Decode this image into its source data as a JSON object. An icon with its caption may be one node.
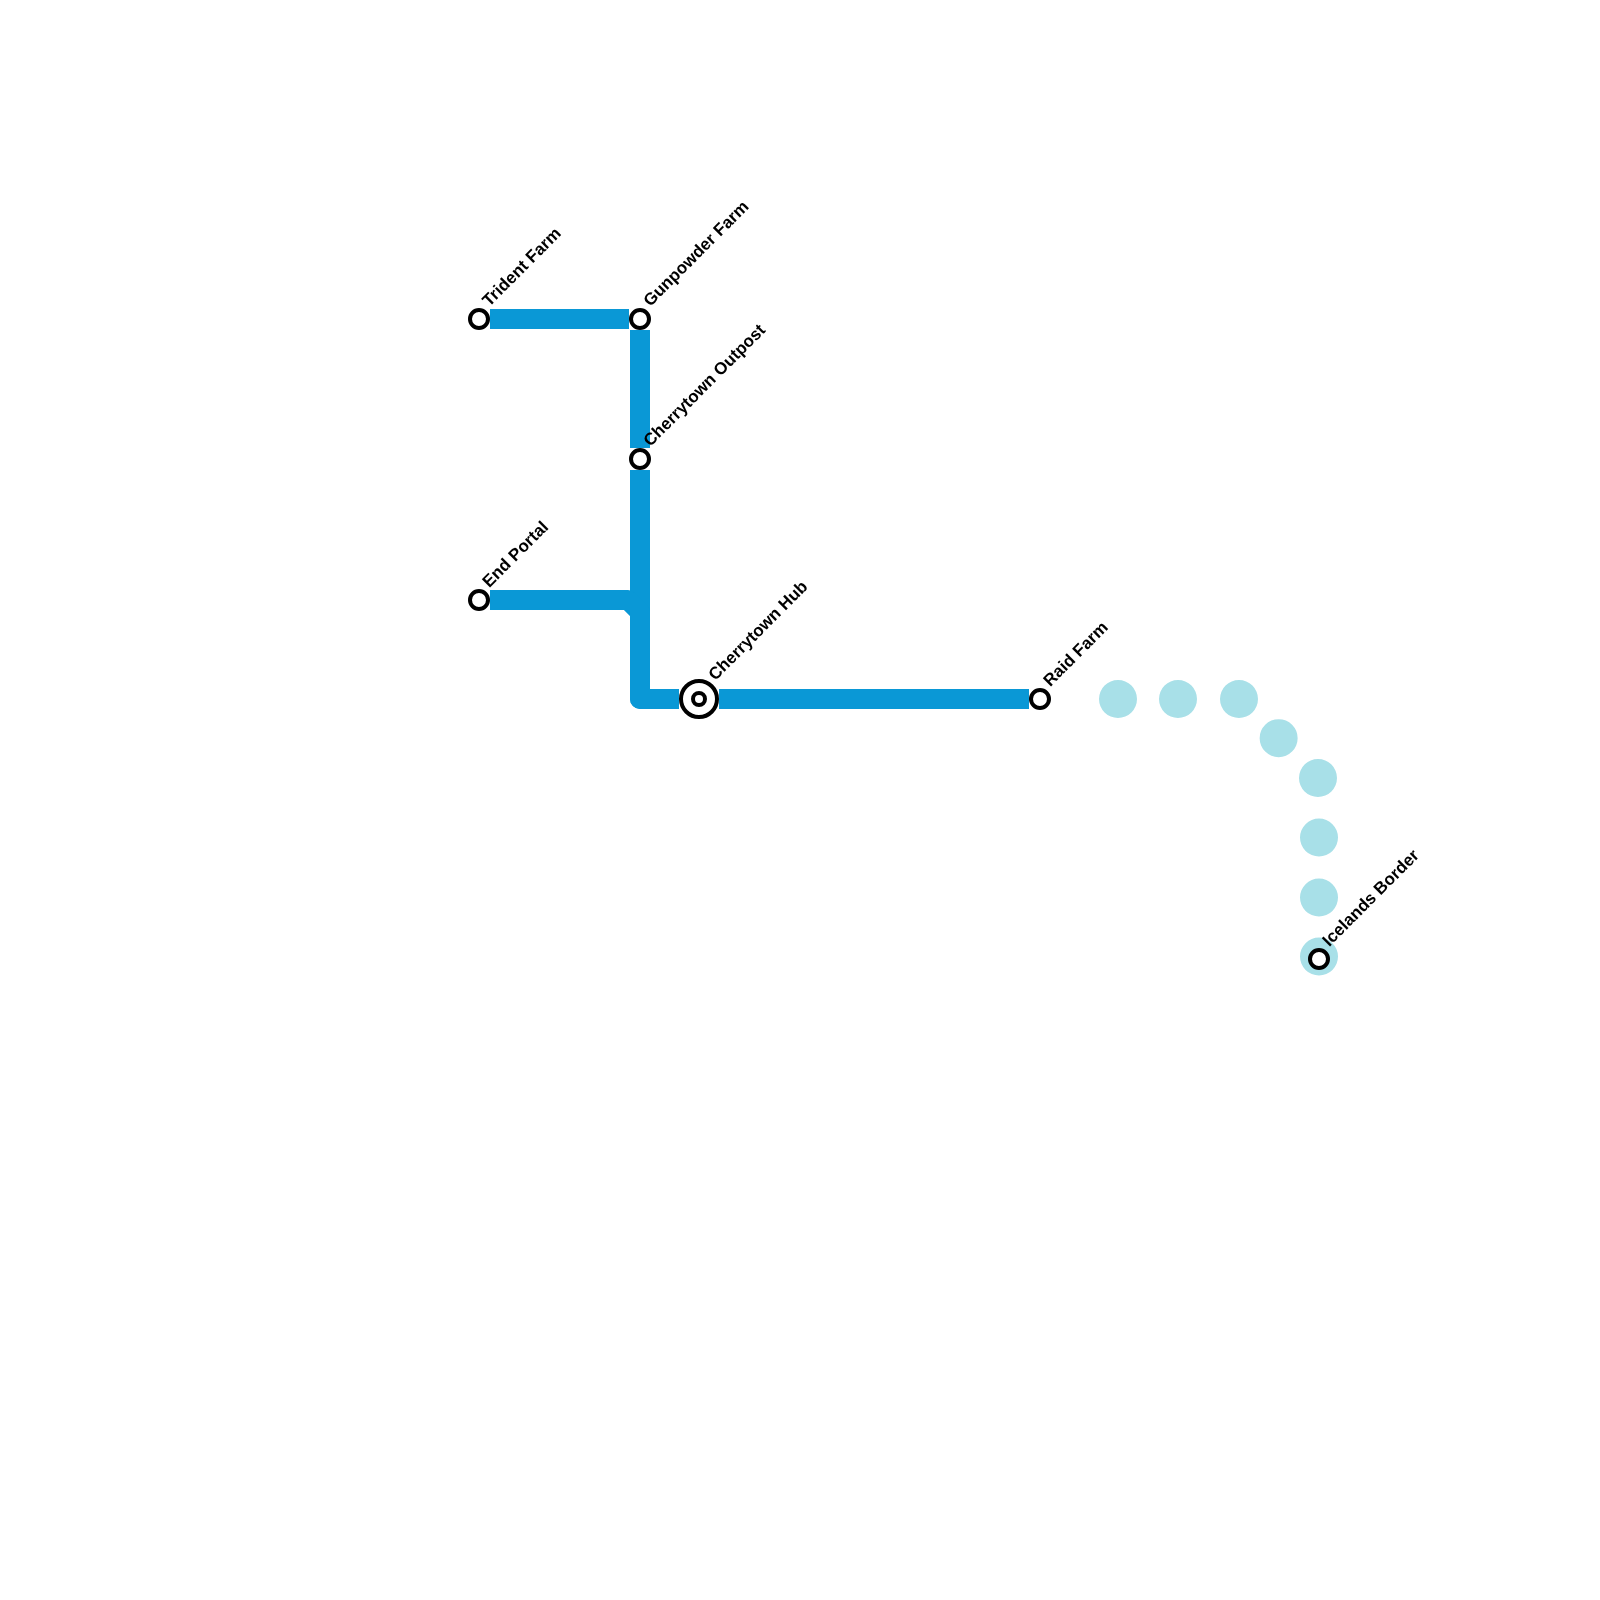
{
  "diagram": {
    "nodes": [
      {
        "text": [
          "Trident Farm"
        ]
      },
      {
        "text": [
          "Gunpowder Farm"
        ]
      },
      {
        "text": [
          "Cherrytown Outpost"
        ]
      },
      {
        "text": [
          "End Portal"
        ]
      },
      {
        "text": [
          "Cherrytown Hub"
        ]
      },
      {
        "text": [
          "Raid Farm"
        ]
      },
      {
        "text": [
          "Icelands Border"
        ]
      }
    ],
    "edges": [
      {
        "from": 0,
        "to": 1,
        "arrow": "none"
      },
      {
        "from": 1,
        "to": 2,
        "arrow": "none"
      },
      {
        "from": 2,
        "to": 4,
        "arrow": "none"
      },
      {
        "from": 3,
        "to": 4,
        "arrow": "none"
      },
      {
        "from": 4,
        "to": 5,
        "arrow": "none"
      },
      {
        "from": 5,
        "to": 6,
        "arrow": "none",
        "style": "dashed",
        "color": "#a8e0e8"
      }
    ]
  }
}
